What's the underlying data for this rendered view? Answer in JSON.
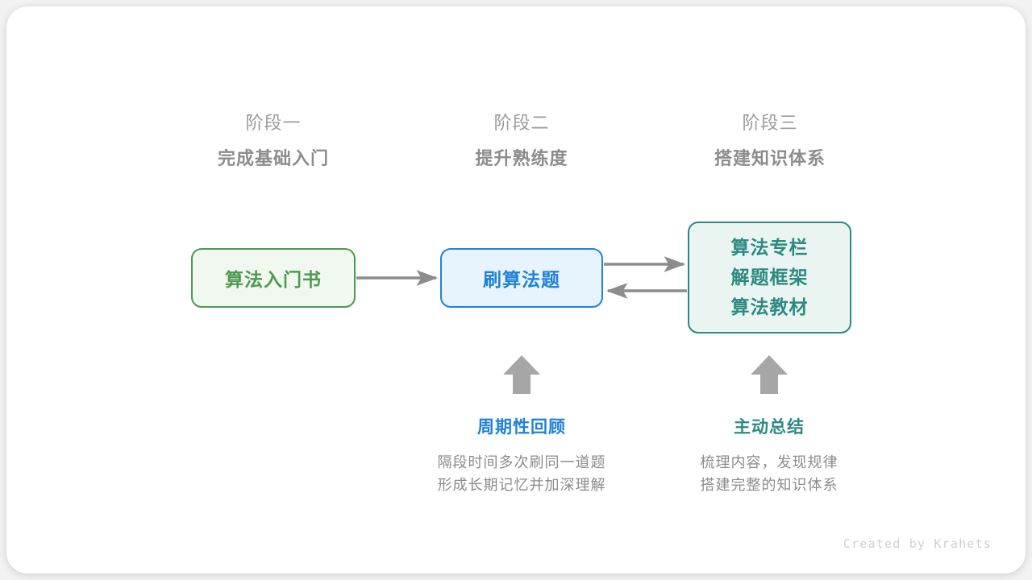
{
  "canvas": {
    "background": "#f2f2f2",
    "card_background": "#ffffff"
  },
  "colors": {
    "green": "#4e9a51",
    "blue": "#1f82d8",
    "teal": "#2c8a80",
    "gray_text": "#8c8c8c",
    "gray_light": "#9b9b9b",
    "arrow": "#8c8c8c",
    "footer": "#cfcfcf"
  },
  "stages": [
    {
      "phase": "阶段一",
      "goal": "完成基础入门"
    },
    {
      "phase": "阶段二",
      "goal": "提升熟练度"
    },
    {
      "phase": "阶段三",
      "goal": "搭建知识体系"
    }
  ],
  "nodes": {
    "book": {
      "lines": [
        "算法入门书"
      ],
      "color": "#4e9a51",
      "fill": "#f1f8ef"
    },
    "practice": {
      "lines": [
        "刷算法题"
      ],
      "color": "#1f82d8",
      "fill": "#e8f4fd"
    },
    "knowledge": {
      "lines": [
        "算法专栏",
        "解题框架",
        "算法教材"
      ],
      "color": "#2c8a80",
      "fill": "#eaf5f2"
    }
  },
  "annotations": [
    {
      "title": "周期性回顾",
      "color": "#1f82d8",
      "desc_lines": [
        "隔段时间多次刷同一道题",
        "形成长期记忆并加深理解"
      ]
    },
    {
      "title": "主动总结",
      "color": "#2c8a80",
      "desc_lines": [
        "梳理内容，发现规律",
        "搭建完整的知识体系"
      ]
    }
  ],
  "footer": {
    "text": "Created by Krahets"
  }
}
